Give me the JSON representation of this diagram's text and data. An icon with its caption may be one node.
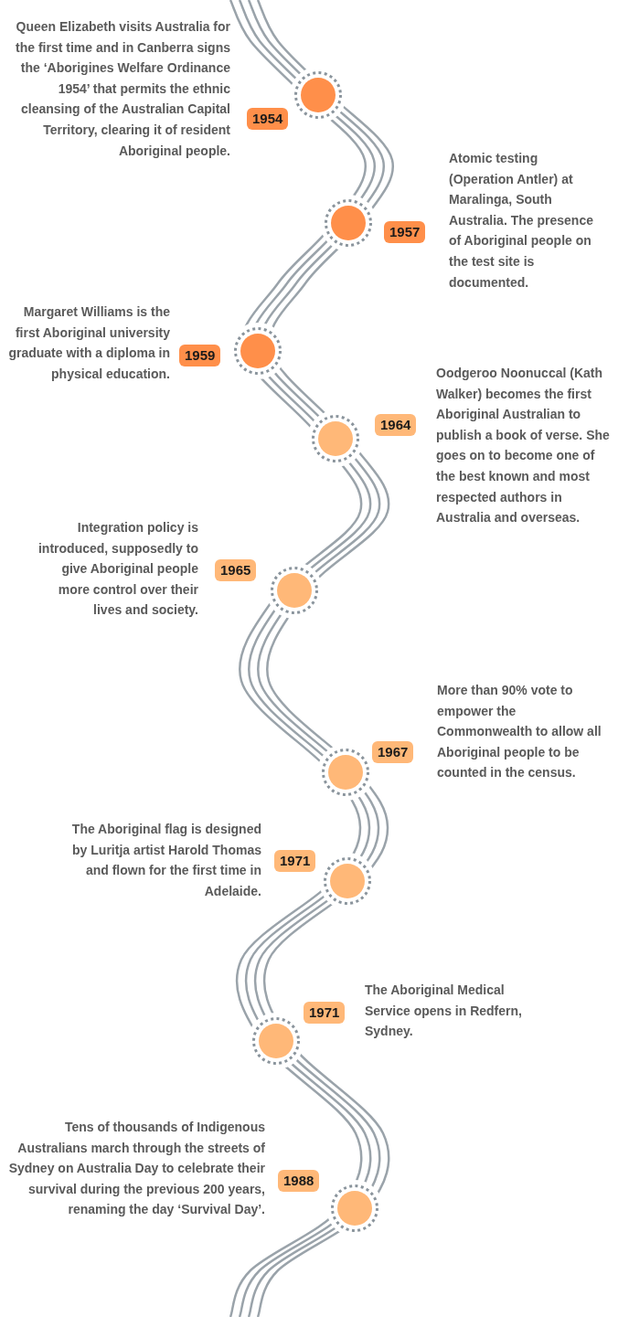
{
  "diagram": {
    "nodes": [
      {
        "text": [
          "1954"
        ],
        "beside": [
          "Queen Elizabeth visits Australia for the first time and in Canberra signs the ‘Aborigines Welfare Ordinance 1954’ that permits the ethnic cleansing of the Australian Capital Territory, clearing it of resident Aboriginal people."
        ]
      },
      {
        "text": [
          "1957"
        ],
        "beside": [
          "Atomic testing (Operation Antler) at Maralinga, South Australia. The presence of Aboriginal people on the test site is documented."
        ]
      },
      {
        "text": [
          "1959"
        ],
        "beside": [
          "Margaret Williams is the first Aboriginal university graduate with a diploma in physical education."
        ]
      },
      {
        "text": [
          "1964"
        ],
        "beside": [
          "Oodgeroo Noonuccal (Kath Walker) becomes the first Aboriginal Australian to publish a book of verse. She goes on to become one of the best known and most respected authors in Australia and overseas."
        ]
      },
      {
        "text": [
          "1965"
        ],
        "beside": [
          "Integration policy is introduced, supposedly to give Aboriginal people more control over their lives and society."
        ]
      },
      {
        "text": [
          "1967"
        ],
        "beside": [
          "More than 90% vote to empower the Commonwealth to allow all Aboriginal people  to be counted in the census."
        ]
      },
      {
        "text": [
          "1971"
        ],
        "beside": [
          "The Aboriginal flag is designed by Luritja artist Harold Thomas and flown for the first time in Adelaide."
        ]
      },
      {
        "text": [
          "1971"
        ],
        "beside": [
          "The Aboriginal Medical Service opens in Redfern, Sydney."
        ]
      },
      {
        "text": [
          "1988"
        ],
        "beside": [
          "Tens of thousands of Indigenous Australians march through the streets of Sydney on Australia Day to celebrate their survival during the previous 200 years, renaming the day ‘Survival Day’."
        ]
      }
    ]
  }
}
